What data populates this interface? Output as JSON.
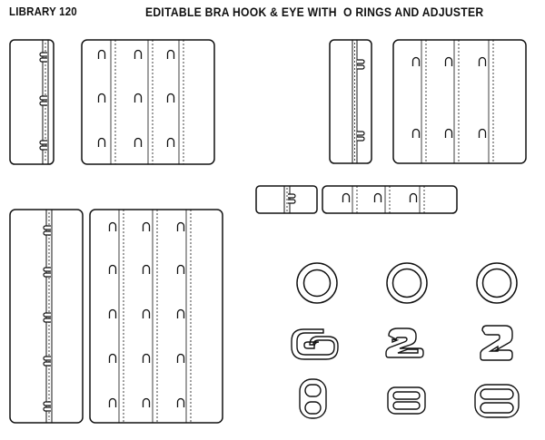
{
  "header": {
    "library_label": "LIBRARY 120",
    "title": "EDITABLE BRA HOOK & EYE WITH  O RINGS AND ADJUSTER"
  },
  "illustration": {
    "line_color": "#111111",
    "fill_color": "#ffffff",
    "items": [
      "hook-tape-1-column",
      "eye-tape-1-column",
      "hook-tape-2-column",
      "eye-tape-2-column",
      "hook-tape-3-column",
      "eye-tape-3-column",
      "o-ring",
      "figure-2-slider",
      "figure-8-slider"
    ]
  }
}
